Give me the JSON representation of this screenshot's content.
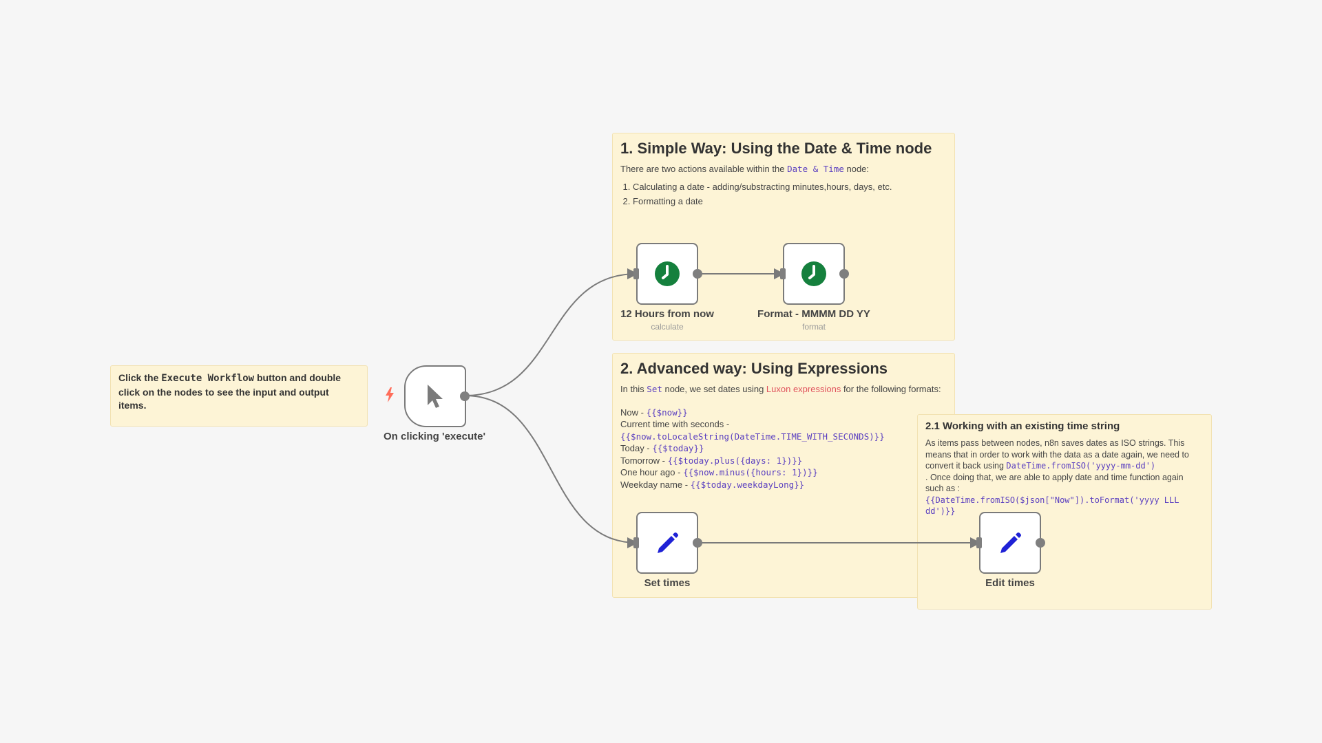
{
  "notes": {
    "intro": {
      "prefix": "Click the ",
      "code": "Execute Workflow",
      "suffix": " button and double click on the nodes to see the input and output items."
    },
    "simple": {
      "title": "1. Simple Way: Using the Date & Time node",
      "desc_prefix": "There are two actions available within the ",
      "desc_code": "Date & Time",
      "desc_suffix": " node:",
      "items": [
        "Calculating a date - adding/substracting minutes,hours, days, etc.",
        "Formatting a date"
      ]
    },
    "advanced": {
      "title": "2. Advanced way: Using Expressions",
      "desc_prefix": "In this ",
      "desc_code": "Set",
      "desc_mid": " node, we set dates using ",
      "desc_link": "Luxon expressions",
      "desc_suffix": " for the following formats:",
      "rows": [
        {
          "label": "Now - ",
          "code": "{{$now}}",
          "break": false
        },
        {
          "label": "Current time with seconds - ",
          "code": "{{$now.toLocaleString(DateTime.TIME_WITH_SECONDS)}}",
          "break": true
        },
        {
          "label": "Today - ",
          "code": "{{$today}}",
          "break": false
        },
        {
          "label": "Tomorrow - ",
          "code": "{{$today.plus({days: 1})}}",
          "break": false
        },
        {
          "label": "One hour ago - ",
          "code": "{{$now.minus({hours: 1})}}",
          "break": false
        },
        {
          "label": "Weekday name - ",
          "code": "{{$today.weekdayLong}}",
          "break": false
        }
      ]
    },
    "existing": {
      "title": "2.1 Working with an existing time string",
      "text1": "As items pass between nodes, n8n saves dates as ISO strings. This means that in order to work with the data as a date again, we need to convert it back using ",
      "code1": "DateTime.fromISO('yyyy-mm-dd')",
      "text2": ". Once doing that, we are able to apply date and time function again such as :",
      "code2": "{{DateTime.fromISO($json[\"Now\"]).toFormat('yyyy LLL dd')}}"
    }
  },
  "nodes": {
    "trigger": {
      "label": "On clicking 'execute'",
      "icon": "cursor-icon",
      "color": "#7a7a7a"
    },
    "hours12": {
      "label": "12 Hours from now",
      "sublabel": "calculate",
      "icon": "clock-icon",
      "color": "#15803d"
    },
    "format": {
      "label": "Format - MMMM DD YY",
      "sublabel": "format",
      "icon": "clock-icon",
      "color": "#15803d"
    },
    "set_times": {
      "label": "Set times",
      "icon": "pencil-icon",
      "color": "#1f22d6"
    },
    "edit_times": {
      "label": "Edit times",
      "icon": "pencil-icon",
      "color": "#1f22d6"
    }
  },
  "colors": {
    "canvas": "#f6f6f6",
    "sticky": "#fdf4d6",
    "code": "#5a3fc0",
    "link": "#e0525c",
    "bolt": "#ff6d5a"
  }
}
